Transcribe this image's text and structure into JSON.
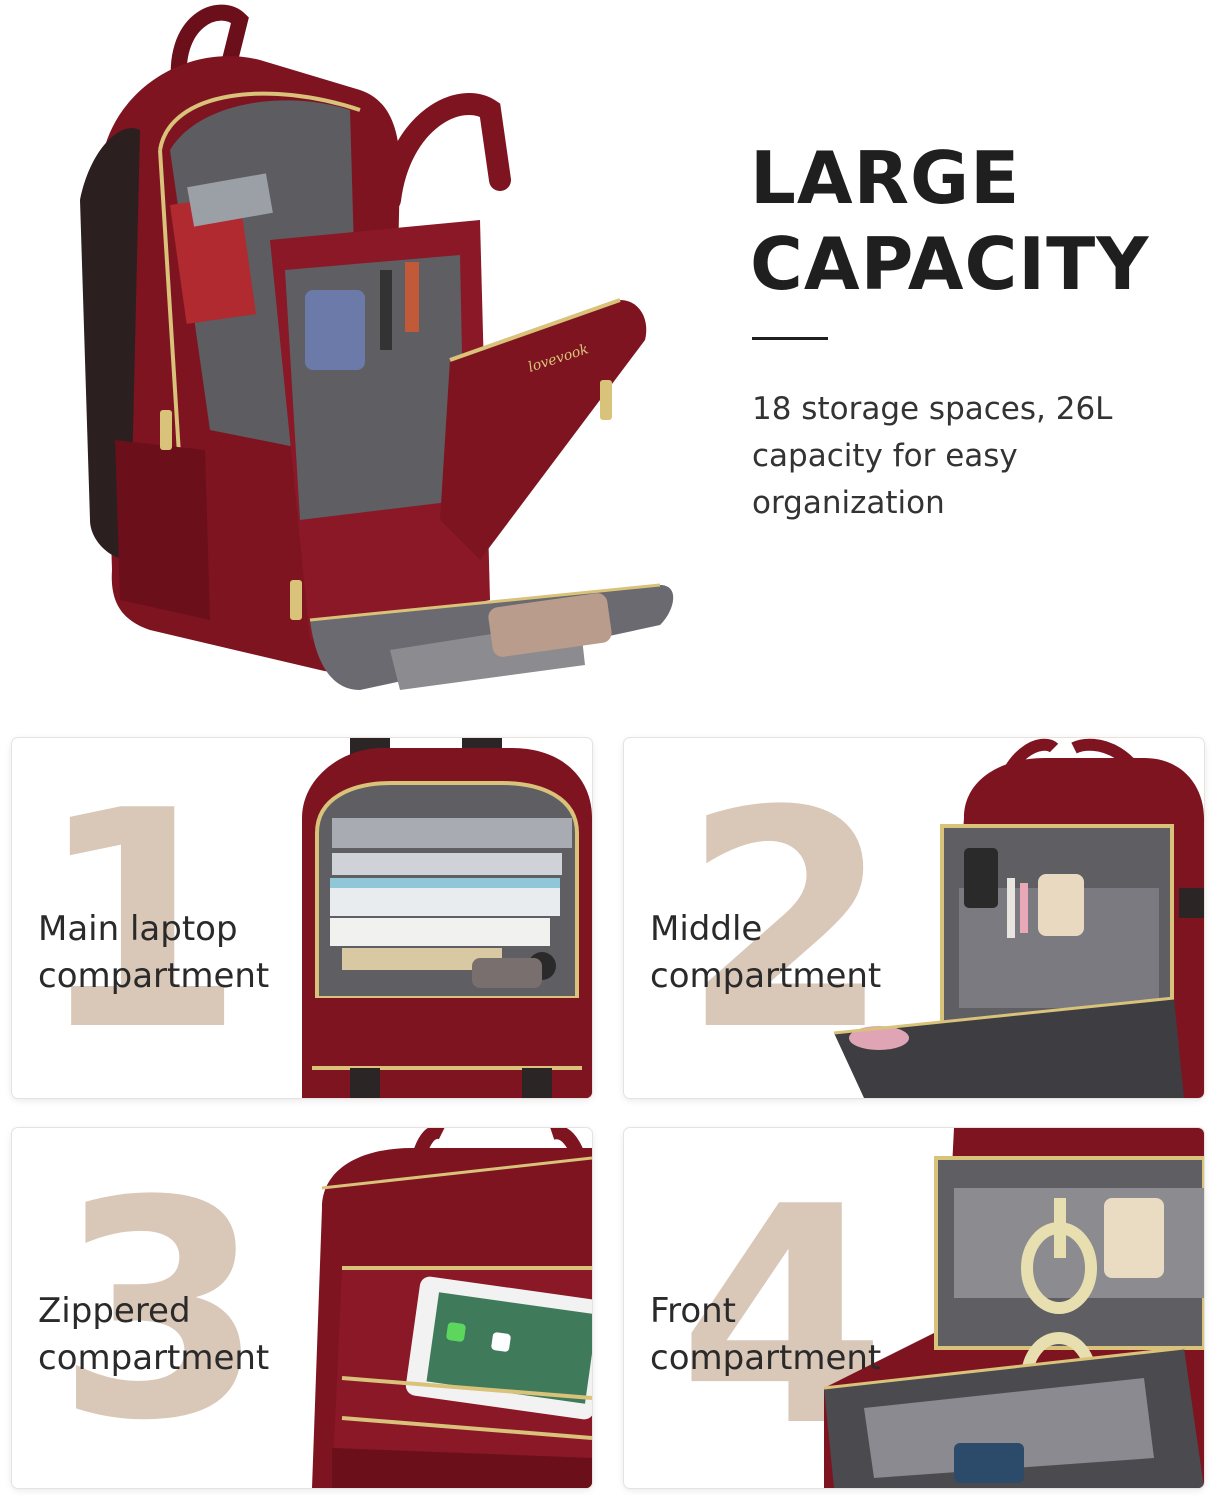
{
  "hero": {
    "title_line1": "LARGE",
    "title_line2": "CAPACITY",
    "subtitle_line1": "18 storage spaces, 26L",
    "subtitle_line2": "capacity for easy",
    "subtitle_line3": "organization",
    "brand_mark": "lovevook"
  },
  "panels": [
    {
      "number": "1",
      "label_line1": "Main laptop",
      "label_line2": "compartment"
    },
    {
      "number": "2",
      "label_line1": "Middle",
      "label_line2": "compartment"
    },
    {
      "number": "3",
      "label_line1": "Zippered",
      "label_line2": "compartment"
    },
    {
      "number": "4",
      "label_line1": "Front",
      "label_line2": "compartment"
    }
  ],
  "colors": {
    "bag_red": "#7e1420",
    "bag_red_dark": "#5a0d16",
    "zipper_gold": "#d9c27a",
    "lining_gray": "#6e6e73",
    "number_beige": "#d9c7b8",
    "text_dark": "#1f1f1f"
  }
}
